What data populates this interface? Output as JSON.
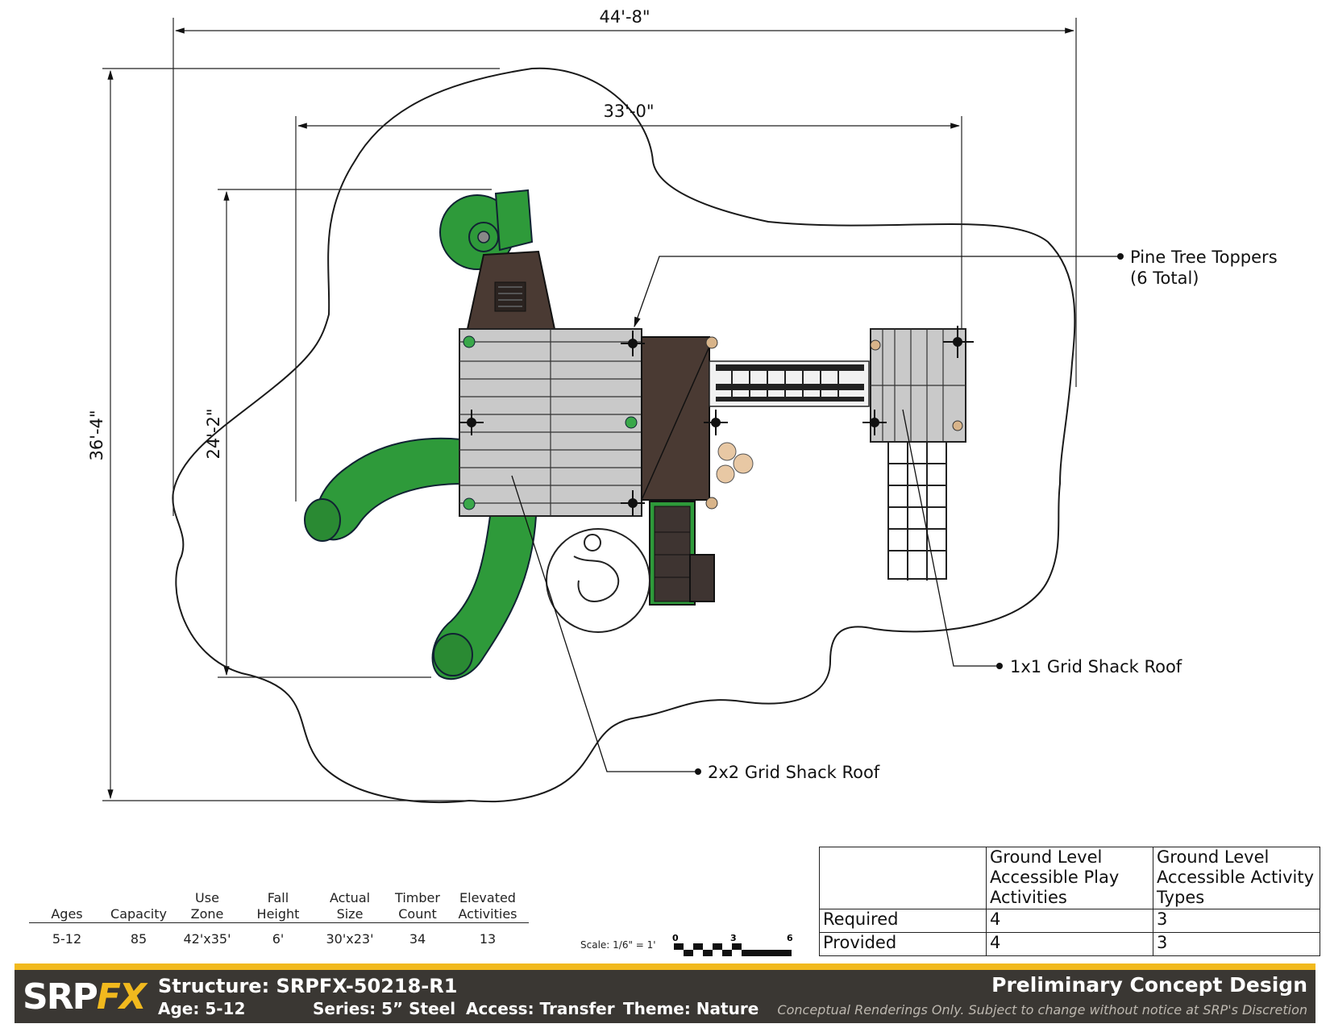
{
  "dimensions": {
    "overall_width": "44'-8\"",
    "structure_width": "33'-0\"",
    "overall_depth": "36'-4\"",
    "structure_depth": "24'-2\""
  },
  "callouts": {
    "pine_line1": "Pine Tree Toppers",
    "pine_line2": "(6 Total)",
    "shack_1x1": "1x1 Grid Shack Roof",
    "shack_2x2": "2x2 Grid Shack Roof"
  },
  "specs": {
    "headers": [
      "Ages",
      "Capacity",
      "Use\nZone",
      "Fall\nHeight",
      "Actual\nSize",
      "Timber\nCount",
      "Elevated\nActivities"
    ],
    "values": [
      "5-12",
      "85",
      "42'x35'",
      "6'",
      "30'x23'",
      "34",
      "13"
    ]
  },
  "scale": {
    "label": "Scale: 1/6\" = 1'",
    "ticks": [
      "0",
      "3",
      "6"
    ]
  },
  "accessibility": {
    "col_a_line1": "Ground Level",
    "col_a_line2": "Accessible Play",
    "col_a_line3": "Activities",
    "col_b_line1": "Ground Level",
    "col_b_line2": "Accessible Activity",
    "col_b_line3": "Types",
    "rows": [
      {
        "label": "Required",
        "a": "4",
        "b": "3"
      },
      {
        "label": "Provided",
        "a": "4",
        "b": "3"
      }
    ]
  },
  "titlebar": {
    "logo_srp": "SRP",
    "logo_fx": "FX",
    "structure": "Structure: SRPFX-50218-R1",
    "age": "Age: 5-12",
    "series": "Series: 5” Steel",
    "access": "Access: Transfer",
    "theme": "Theme: Nature",
    "preliminary": "Preliminary Concept Design",
    "disclaimer": "Conceptual Renderings Only. Subject to change without notice at SRP's Discretion"
  },
  "colors": {
    "slide_green": "#2e9a3a",
    "deck_gray": "#c9c9c9",
    "roof_brown": "#4a3a33",
    "accent_yellow": "#f1b91e",
    "titlebar_bg": "#3a3733"
  }
}
